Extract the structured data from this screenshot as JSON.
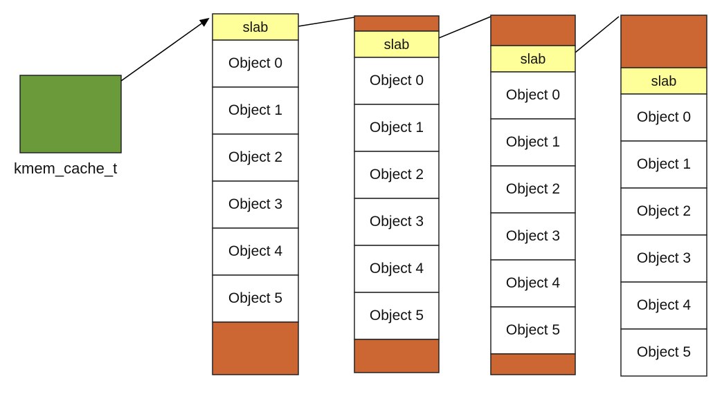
{
  "cache": {
    "label": "kmem_cache_t",
    "color": "#6a9a3a"
  },
  "colors": {
    "slab_header": "#ffff99",
    "padding": "#cc6633",
    "object_fill": "#ffffff",
    "border": "#222222"
  },
  "slabs": [
    {
      "header": "slab",
      "objects": [
        "Object 0",
        "Object 1",
        "Object 2",
        "Object 3",
        "Object 4",
        "Object 5"
      ]
    },
    {
      "header": "slab",
      "objects": [
        "Object 0",
        "Object 1",
        "Object 2",
        "Object 3",
        "Object 4",
        "Object 5"
      ]
    },
    {
      "header": "slab",
      "objects": [
        "Object 0",
        "Object 1",
        "Object 2",
        "Object 3",
        "Object 4",
        "Object 5"
      ]
    },
    {
      "header": "slab",
      "objects": [
        "Object 0",
        "Object 1",
        "Object 2",
        "Object 3",
        "Object 4",
        "Object 5"
      ]
    }
  ]
}
